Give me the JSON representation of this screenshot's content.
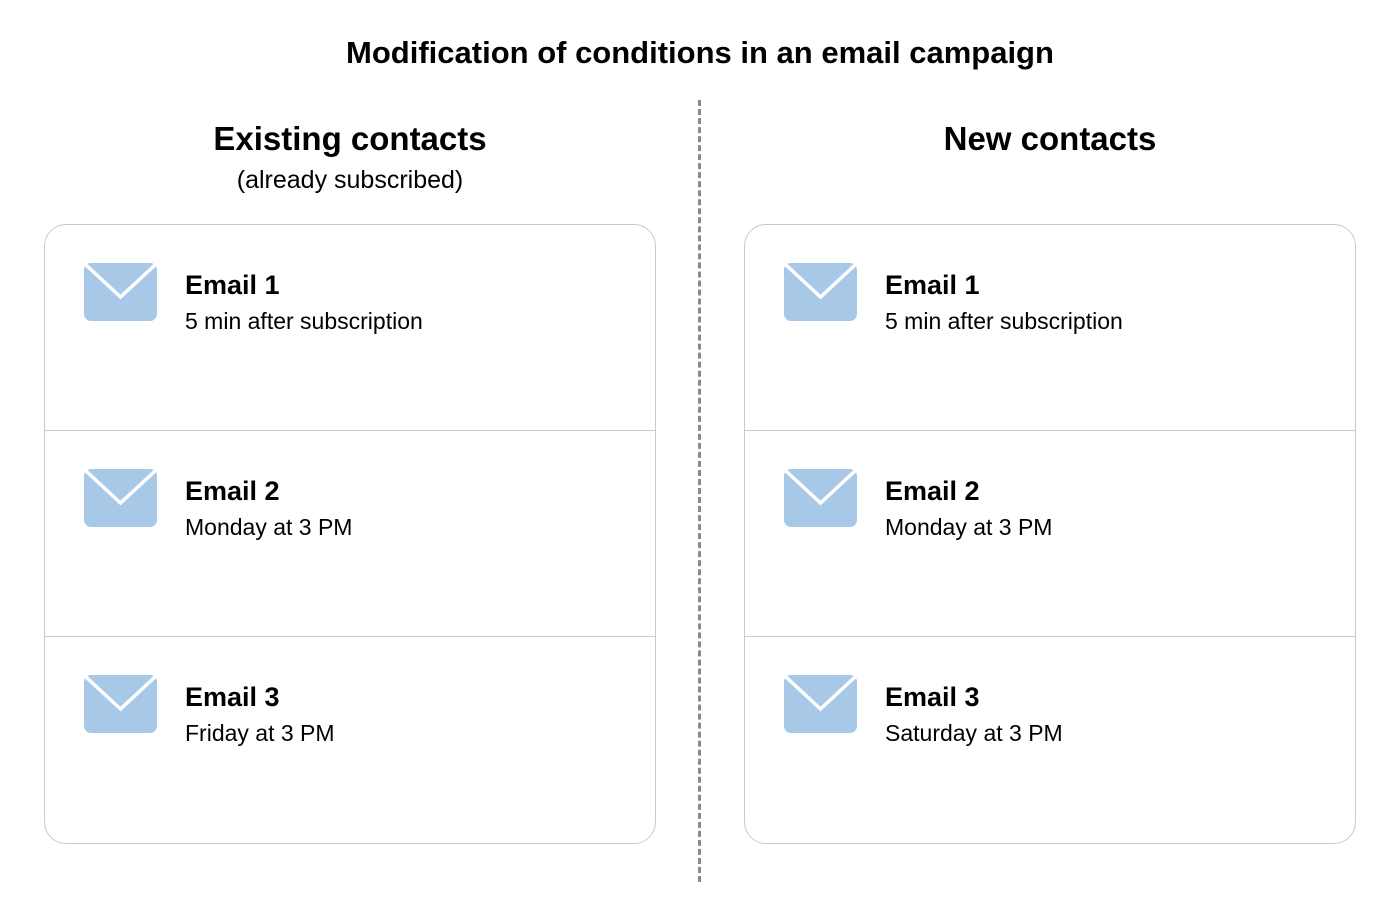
{
  "title": "Modification of conditions in an email campaign",
  "colors": {
    "icon_fill": "#a8c8e8",
    "card_border": "#c9c9c9",
    "divider": "#8a8a8a",
    "text": "#000000"
  },
  "columns": [
    {
      "heading": "Existing contacts",
      "subheading": "(already subscribed)",
      "emails": [
        {
          "icon": "envelope-icon",
          "title": "Email 1",
          "detail": "5 min after subscription"
        },
        {
          "icon": "envelope-icon",
          "title": "Email 2",
          "detail": "Monday at 3 PM"
        },
        {
          "icon": "envelope-icon",
          "title": "Email 3",
          "detail": "Friday at 3 PM"
        }
      ]
    },
    {
      "heading": "New contacts",
      "subheading": "",
      "emails": [
        {
          "icon": "envelope-icon",
          "title": "Email 1",
          "detail": "5 min after subscription"
        },
        {
          "icon": "envelope-icon",
          "title": "Email 2",
          "detail": "Monday at 3 PM"
        },
        {
          "icon": "envelope-icon",
          "title": "Email 3",
          "detail": "Saturday at 3 PM"
        }
      ]
    }
  ]
}
